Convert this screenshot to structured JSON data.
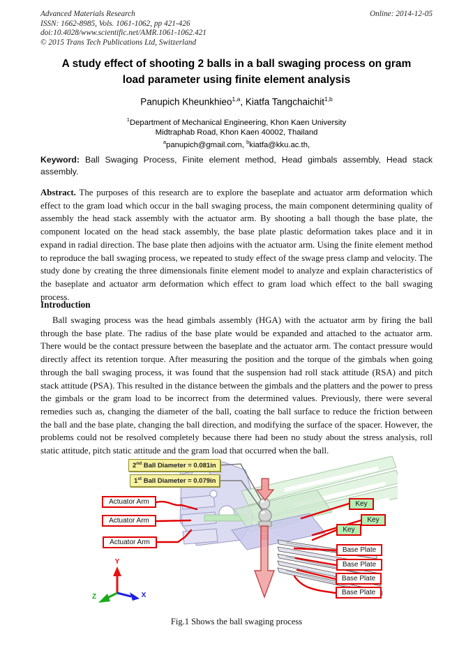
{
  "header": {
    "journal": "Advanced Materials Research",
    "issn_line": "ISSN: 1662-8985, Vols. 1061-1062, pp 421-426",
    "doi_line": "doi:10.4028/www.scientific.net/AMR.1061-1062.421",
    "copyright_line": "© 2015 Trans Tech Publications Ltd, Switzerland",
    "online_date": "Online: 2014-12-05"
  },
  "title": {
    "line1": "A study effect of shooting 2 balls in a ball swaging process on gram",
    "line2": "load parameter using finite element analysis"
  },
  "authors": {
    "name1": "Panupich Kheunkhieo",
    "sup1": "1,a",
    "sep": ", ",
    "name2": "Kiatfa Tangchaichit",
    "sup2": "1,b"
  },
  "affiliation": {
    "line1_sup": "1",
    "line1": "Department of Mechanical Engineering, Khon Kaen University",
    "line2": "Midtraphab Road, Khon Kaen 40002, Thailand",
    "email_sup_a": "a",
    "email_a": "panupich@gmail.com, ",
    "email_sup_b": "b",
    "email_b": "kiatfa@kku.ac.th,"
  },
  "keyword": {
    "label": "Keyword:",
    "text": " Ball Swaging Process, Finite element method, Head gimbals assembly, Head stack assembly."
  },
  "abstract": {
    "label": "Abstract.",
    "text": " The purposes of this research are to explore the baseplate and actuator arm deformation which effect to the gram load which occur in the ball swaging process, the main component determining quality of assembly the head stack assembly with the actuator arm. By shooting a ball though the base plate, the component located on the head stack assembly, the base plate plastic deformation takes place and it in expand in radial direction. The base plate then adjoins with the actuator arm. Using the finite element method to reproduce the ball swaging process, we repeated to study effect of the swage press clamp and velocity. The study done by creating the three dimensionals finite element model to analyze and explain characteristics of the baseplate and actuator arm deformation which effect to gram load which effect to the ball swaging process."
  },
  "introduction": {
    "heading": "Introduction",
    "paragraph": "Ball swaging process was the head gimbals assembly (HGA) with the actuator arm by firing the ball through the base plate. The radius of the base plate would be expanded and attached to the actuator arm. There would be the contact pressure between the baseplate and the actuator arm. The contact pressure would directly affect its retention torque. After measuring the position and the torque of the gimbals when going through the ball swaging process, it was found that the suspension had roll stack attitude (RSA) and pitch stack attitude (PSA). This resulted in the distance between the gimbals and the platters and the power to press the gimbals or the gram load to be incorrect from the determined values. Previously, there were several remedies such as, changing the diameter of the ball, coating the ball surface to reduce the friction between the ball and the base plate, changing the ball direction, and modifying the surface of the spacer. However, the problems could not be resolved completely because there had been no study about the stress analysis, roll static attitude, pitch static attitude and the gram load that occurred when the ball."
  },
  "figure": {
    "ball2": {
      "num": "2",
      "sup": "nd",
      "rest": " Ball Diameter = 0.081in"
    },
    "ball1": {
      "num": "1",
      "sup": "st",
      "rest": " Ball Diameter = 0.079in"
    },
    "actuator_labels": [
      "Actuator Arm",
      "Actuator Arm",
      "Actuator Arm"
    ],
    "key_labels": [
      "Key",
      "Key",
      "Key"
    ],
    "base_plate_labels": [
      "Base Plate",
      "Base Plate",
      "Base Plate",
      "Base Plate"
    ],
    "axes": {
      "x": "X",
      "y": "Y",
      "z": "Z"
    },
    "caption": "Fig.1 Shows the ball swaging process",
    "colors": {
      "label_border_red": "#e10000",
      "key_fill": "#b5eeb5",
      "yellow_fill": "#f7f1a0",
      "yellow_border": "#8f8f33",
      "arrow_red": "#f0a0a0",
      "axis_x": "#2020e0",
      "axis_y": "#e81010",
      "axis_z": "#18aa18"
    }
  }
}
